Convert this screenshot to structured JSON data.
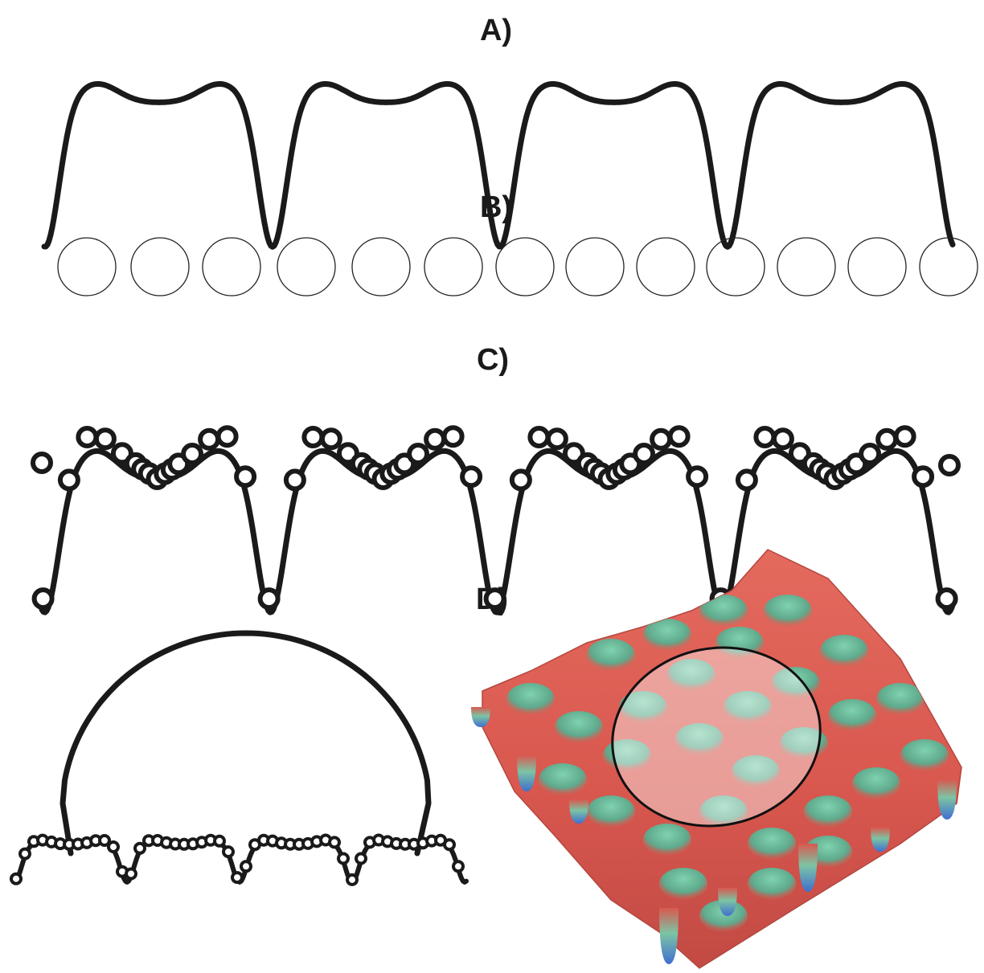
{
  "panels": {
    "a": {
      "label": "A)"
    },
    "b": {
      "label": "B)",
      "particle_count": 13
    },
    "c": {
      "label": "C)"
    },
    "d": {
      "label": "D)"
    }
  },
  "style": {
    "line_color": "#1a1a1a",
    "surface_red": "#e0605a",
    "surface_green": "#79c3a5",
    "surface_blue": "#4a78c8",
    "highlight_fill": "#ffffff"
  }
}
